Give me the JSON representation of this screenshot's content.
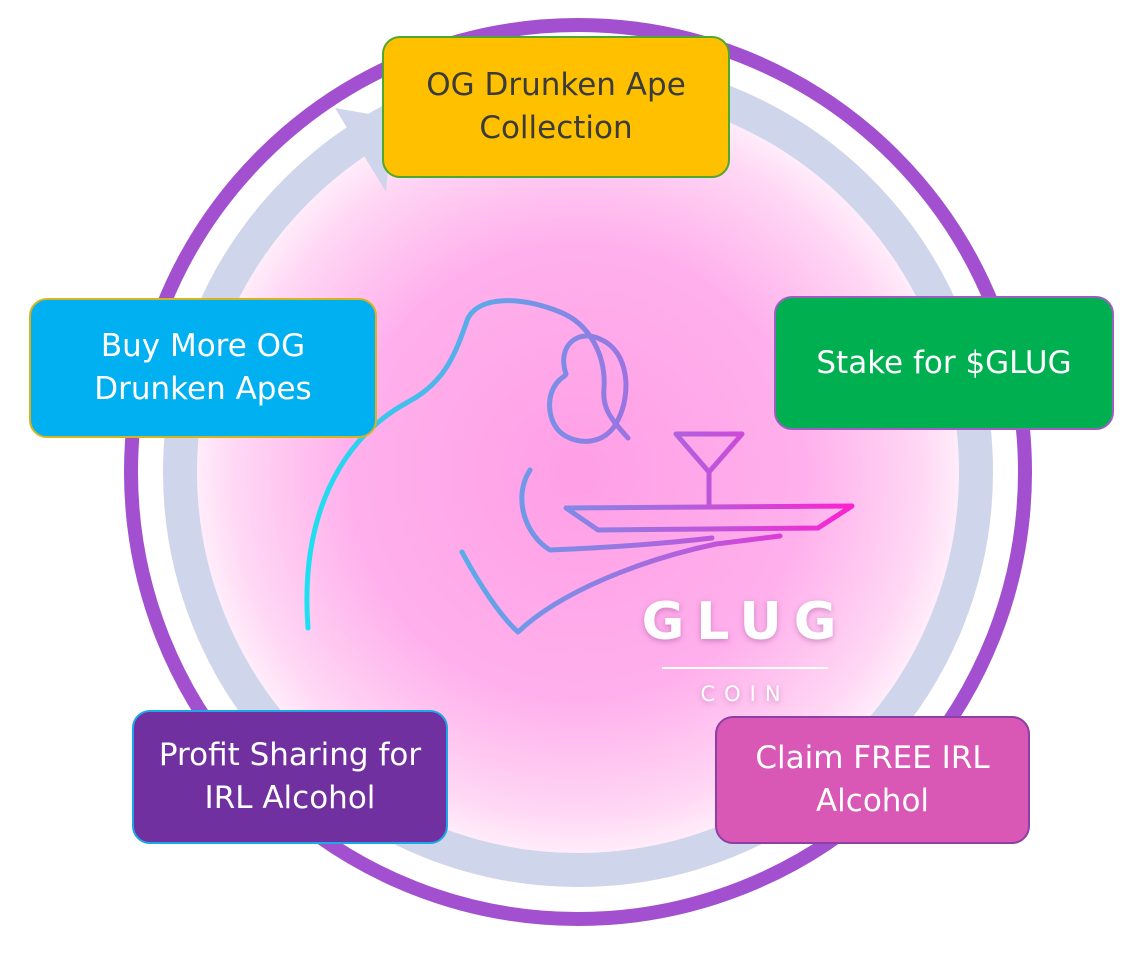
{
  "cycle_steps": [
    {
      "id": "og",
      "label": "OG Drunken Ape\nCollection",
      "color": "#ffc000"
    },
    {
      "id": "stake",
      "label": "Stake for $GLUG",
      "color": "#00b050"
    },
    {
      "id": "claim",
      "label": "Claim FREE IRL\nAlcohol",
      "color": "#d957b5"
    },
    {
      "id": "profit",
      "label": "Profit Sharing for\nIRL Alcohol",
      "color": "#7030a0"
    },
    {
      "id": "buy",
      "label": "Buy More OG\nDrunken Apes",
      "color": "#00b0f0"
    }
  ],
  "logo": {
    "word": "GLUG",
    "sub": "COIN",
    "gradient_start": "#19e3f0",
    "gradient_end": "#ff1fcf"
  },
  "colors": {
    "outer_ring": "#a24fd0",
    "cycle_arrow": "#cfd5ea",
    "center_glow": "#ffaaec"
  }
}
